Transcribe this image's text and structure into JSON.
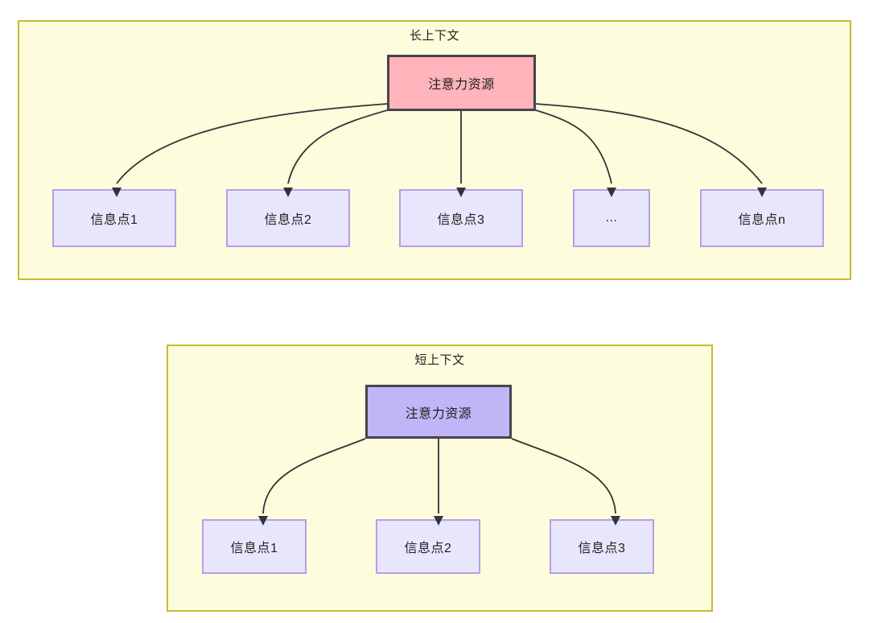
{
  "diagram": {
    "type": "tree-comparison",
    "groups": [
      {
        "id": "long-context",
        "title": "长上下文",
        "root": {
          "label": "注意力资源",
          "fill": "#FFB3BA",
          "stroke": "#44444C"
        },
        "leaves": [
          {
            "label": "信息点1"
          },
          {
            "label": "信息点2"
          },
          {
            "label": "信息点3"
          },
          {
            "label": "..."
          },
          {
            "label": "信息点n"
          }
        ],
        "leaf_fill": "#E8E6FC",
        "leaf_stroke": "#B79EEA",
        "container_fill": "#FDFCDC",
        "container_stroke": "#C5BB35"
      },
      {
        "id": "short-context",
        "title": "短上下文",
        "root": {
          "label": "注意力资源",
          "fill": "#C0B6F7",
          "stroke": "#44444C"
        },
        "leaves": [
          {
            "label": "信息点1"
          },
          {
            "label": "信息点2"
          },
          {
            "label": "信息点3"
          }
        ],
        "leaf_fill": "#E8E6FC",
        "leaf_stroke": "#B79EEA",
        "container_fill": "#FDFCDC",
        "container_stroke": "#C5BB35"
      }
    ],
    "edge_color": "#333338"
  }
}
